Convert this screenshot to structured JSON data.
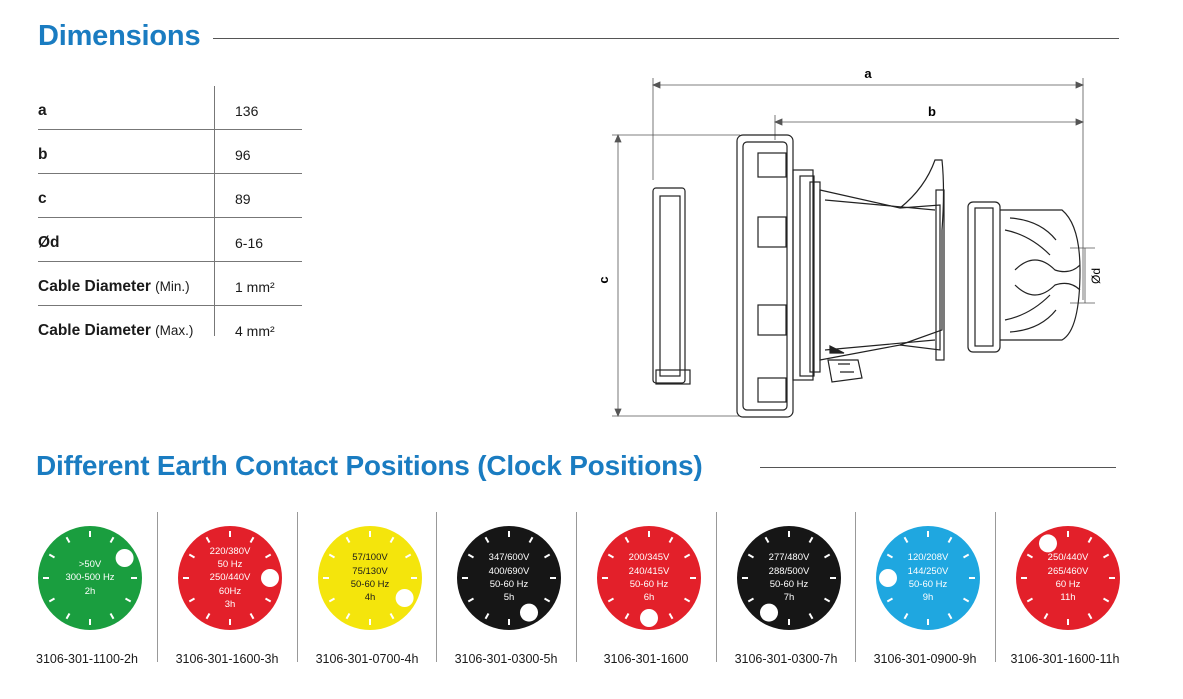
{
  "dimensions": {
    "title": "Dimensions",
    "rows": [
      {
        "label": "a",
        "sub": "",
        "value": "136"
      },
      {
        "label": "b",
        "sub": "",
        "value": "96"
      },
      {
        "label": "c",
        "sub": "",
        "value": "89"
      },
      {
        "label": "Ød",
        "sub": "",
        "value": "6-16"
      },
      {
        "label": "Cable Diameter",
        "sub": "(Min.)",
        "value": "1 mm²"
      },
      {
        "label": "Cable Diameter",
        "sub": "(Max.)",
        "value": "4 mm²"
      }
    ]
  },
  "drawing": {
    "label_a": "a",
    "label_b": "b",
    "label_c": "c",
    "label_d": "Ød"
  },
  "earth": {
    "title": "Different Earth Contact Positions (Clock Positions)",
    "items": [
      {
        "lines": [
          ">50V",
          "300-500 Hz",
          "2h"
        ],
        "code": "3106-301-1100-2h",
        "color": "#1a9e3f",
        "text_color": "#ffffff",
        "tick_color": "#ffffff",
        "hour": 2
      },
      {
        "lines": [
          "220/380V",
          "50 Hz",
          "250/440V",
          "60Hz",
          "3h"
        ],
        "code": "3106-301-1600-3h",
        "color": "#e3202a",
        "text_color": "#ffffff",
        "tick_color": "#ffffff",
        "hour": 3
      },
      {
        "lines": [
          "57/100V",
          "75/130V",
          "50-60 Hz",
          "4h"
        ],
        "code": "3106-301-0700-4h",
        "color": "#f4e50c",
        "text_color": "#1a1a1a",
        "tick_color": "#ffffff",
        "hour": 4
      },
      {
        "lines": [
          "347/600V",
          "400/690V",
          "50-60 Hz",
          "5h"
        ],
        "code": "3106-301-0300-5h",
        "color": "#161616",
        "text_color": "#ffffff",
        "tick_color": "#ffffff",
        "hour": 5
      },
      {
        "lines": [
          "200/345V",
          "240/415V",
          "50-60 Hz",
          "6h"
        ],
        "code": "3106-301-1600",
        "color": "#e3202a",
        "text_color": "#ffffff",
        "tick_color": "#ffffff",
        "hour": 6
      },
      {
        "lines": [
          "277/480V",
          "288/500V",
          "50-60 Hz",
          "7h"
        ],
        "code": "3106-301-0300-7h",
        "color": "#161616",
        "text_color": "#ffffff",
        "tick_color": "#ffffff",
        "hour": 7
      },
      {
        "lines": [
          "120/208V",
          "144/250V",
          "50-60 Hz",
          "9h"
        ],
        "code": "3106-301-0900-9h",
        "color": "#1fa7e0",
        "text_color": "#ffffff",
        "tick_color": "#ffffff",
        "hour": 9
      },
      {
        "lines": [
          "250/440V",
          "265/460V",
          "60 Hz",
          "11h"
        ],
        "code": "3106-301-1600-11h",
        "color": "#e3202a",
        "text_color": "#ffffff",
        "tick_color": "#ffffff",
        "hour": 11
      }
    ]
  }
}
